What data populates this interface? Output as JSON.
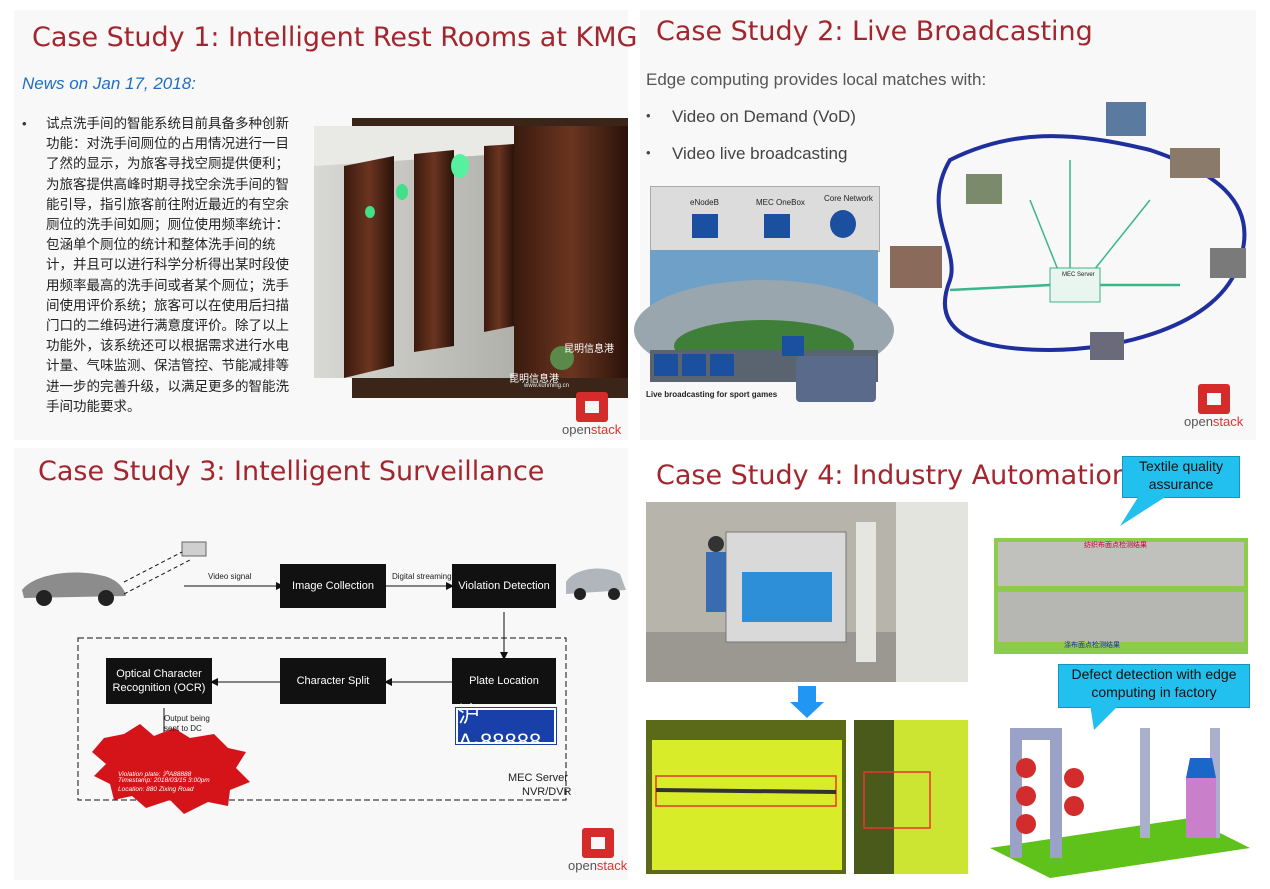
{
  "slide1": {
    "title": "Case Study 1: Intelligent Rest Rooms at KMG",
    "news": "News on Jan 17, 2018:",
    "bullet": "•",
    "body": "试点洗手间的智能系统目前具备多种创新功能：对洗手间厕位的占用情况进行一目了然的显示，为旅客寻找空厕提供便利；为旅客提供高峰时期寻找空余洗手间的智能引导，指引旅客前往附近最近的有空余厕位的洗手间如厕；厕位使用频率统计：包涵单个厕位的统计和整体洗手间的统计，并且可以进行科学分析得出某时段使用频率最高的洗手间或者某个厕位；洗手间使用评价系统；旅客可以在使用后扫描门口的二维码进行满意度评价。除了以上功能外，该系统还可以根据需求进行水电计量、气味监测、保洁管控、节能减排等进一步的完善升级，以满足更多的智能洗手间功能要求。",
    "watermark1": "昆明信息港",
    "watermark2": "昆明信息港",
    "watermark_url": "www.kunming.cn"
  },
  "slide2": {
    "title": "Case Study 2: Live Broadcasting",
    "intro": "Edge computing provides local matches with:",
    "bullets": [
      "Video on Demand (VoD)",
      "Video live broadcasting"
    ],
    "diagram": {
      "enodeb": "eNodeB",
      "mec_onebox": "MEC OneBox",
      "core_network": "Core Network",
      "caption": "Live broadcasting for sport games",
      "mec_server": "MEC Server"
    }
  },
  "slide3": {
    "title": "Case Study 3: Intelligent Surveillance",
    "video_signal": "Video signal",
    "digital_streaming": "Digital streaming",
    "image_collection": "Image Collection",
    "violation_detection": "Violation Detection",
    "plate_location": "Plate Location",
    "character_split": "Character Split",
    "ocr": "Optical Character Recognition (OCR)",
    "output_label": "Output being sent to DC",
    "plate": "沪A·88888",
    "burst_lines": [
      "Violation plate: 沪A88888",
      "Timestamp: 2018/03/15 3:00pm",
      "Location: 880 Zixing Road"
    ],
    "mec_server": "MEC Server",
    "nvr": "NVR/DVR"
  },
  "slide4": {
    "title": "Case Study 4: Industry Automation",
    "callout1": "Textile quality assurance",
    "callout2": "Defect detection with edge computing in factory",
    "grid_title_top": "纺织布面点检测结果",
    "grid_title_bottom": "涤布面点检测结果"
  },
  "logo": {
    "open": "open",
    "stack": "stack"
  },
  "colors": {
    "title": "#a3262e",
    "news": "#1f6fc2",
    "callout": "#22c0ee",
    "openstack_red": "#d52b2b"
  }
}
